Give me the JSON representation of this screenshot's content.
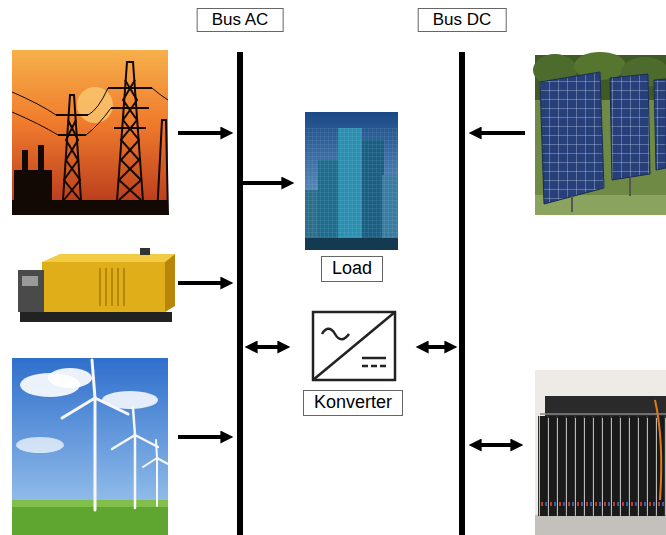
{
  "diagram": {
    "nodes": [
      {
        "text": [
          "Bus AC"
        ]
      },
      {
        "text": [
          "Bus DC"
        ]
      },
      {
        "text": [
          "Load"
        ]
      },
      {
        "text": [
          "Konverter"
        ]
      }
    ],
    "edges": [
      {
        "from": 0,
        "to": 2,
        "arrow": "to"
      },
      {
        "from": 0,
        "to": 3,
        "arrow": "both"
      },
      {
        "from": 3,
        "to": 1,
        "arrow": "both"
      }
    ]
  }
}
